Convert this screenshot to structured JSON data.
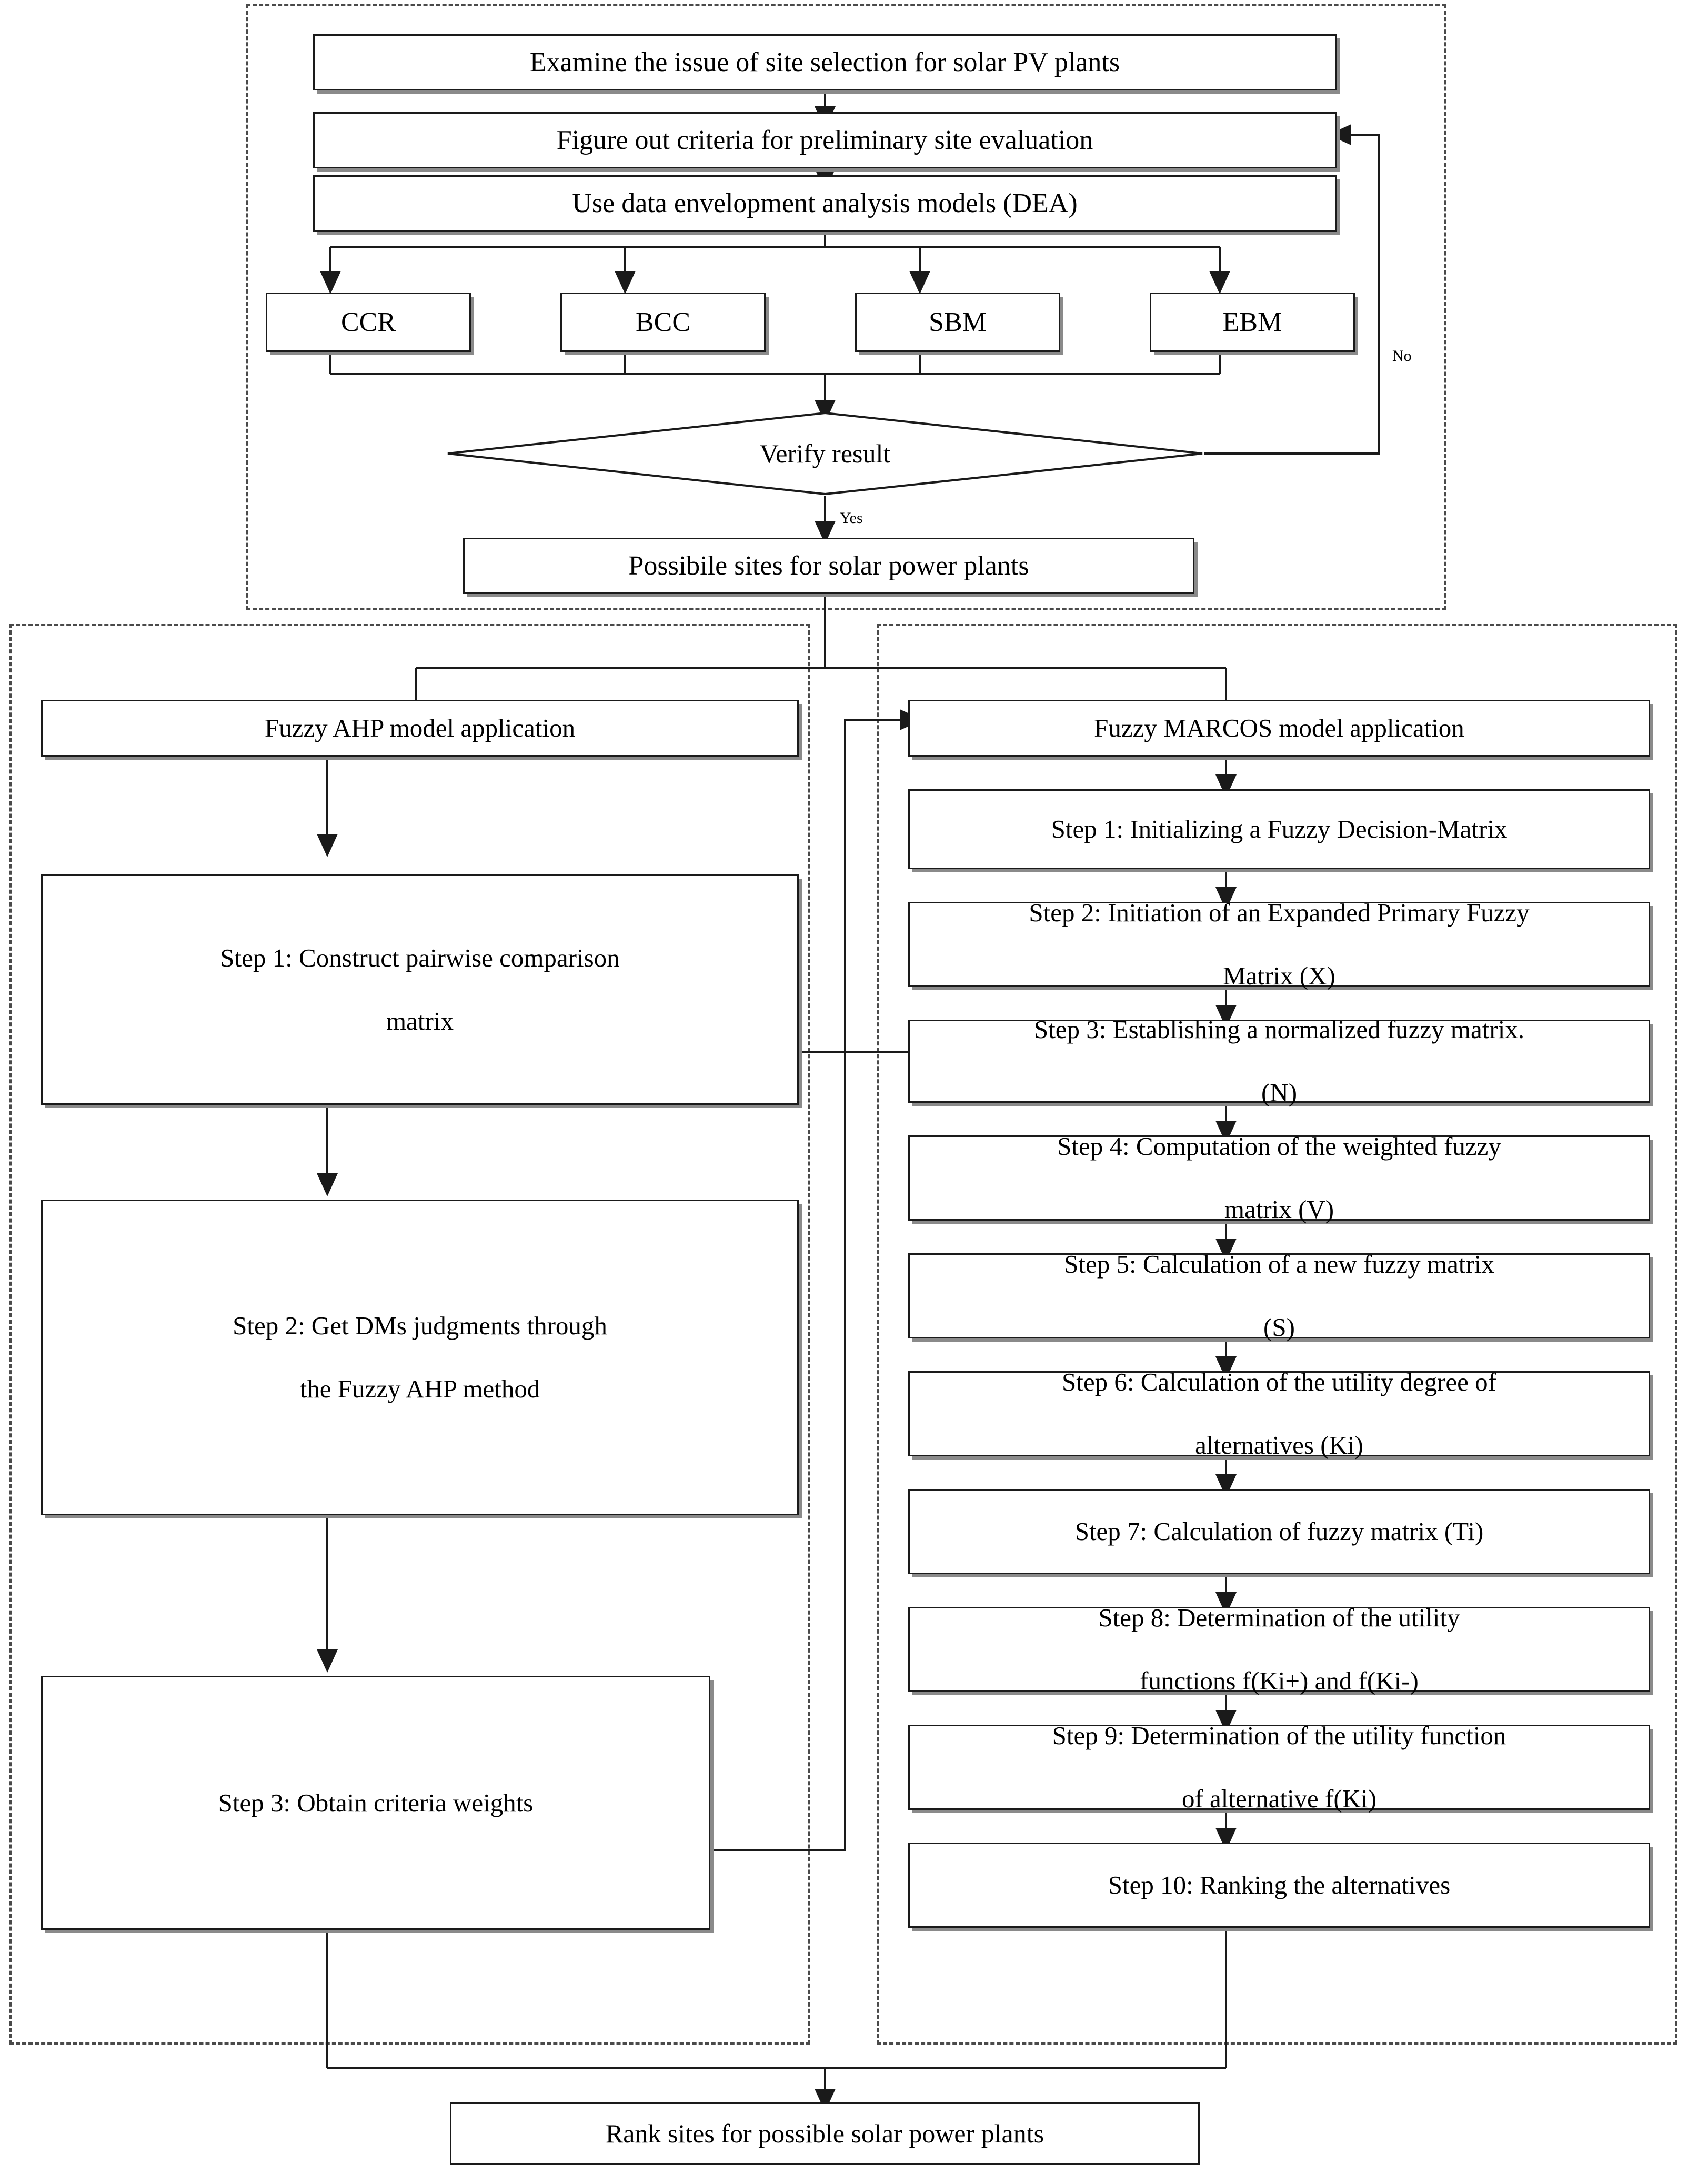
{
  "figure": {
    "title": "Research framework for solar PV plant site selection",
    "type": "flowchart"
  },
  "phase1": {
    "steps": [
      {
        "id": "examine",
        "label": "Examine the issue of site selection for solar PV plants"
      },
      {
        "id": "criteria",
        "label": "Figure out criteria for preliminary site evaluation"
      },
      {
        "id": "dea",
        "label": "Use data envelopment analysis models (DEA)"
      }
    ],
    "dea_models": [
      {
        "id": "ccr",
        "label": "CCR"
      },
      {
        "id": "bcc",
        "label": "BCC"
      },
      {
        "id": "sbm",
        "label": "SBM"
      },
      {
        "id": "ebm",
        "label": "EBM"
      }
    ],
    "decision": {
      "id": "verify",
      "label": "Verify result"
    },
    "edge_labels": {
      "yes": "Yes",
      "no": "No"
    },
    "output": {
      "id": "possible-sites",
      "label": "Possibile sites for solar power plants"
    }
  },
  "ahp": {
    "header": {
      "id": "ahp-header",
      "label": "Fuzzy AHP model application"
    },
    "steps": [
      {
        "id": "ahp-step1",
        "line1": "Step 1: Construct pairwise comparison",
        "line2": "matrix"
      },
      {
        "id": "ahp-step2",
        "line1": "Step 2: Get DMs judgments through",
        "line2": "the Fuzzy AHP method"
      },
      {
        "id": "ahp-step3",
        "line1": "Step 3: Obtain criteria weights",
        "line2": ""
      }
    ]
  },
  "marcos": {
    "header": {
      "id": "marcos-header",
      "label": "Fuzzy MARCOS model application"
    },
    "steps": [
      {
        "id": "marcos-step1",
        "line1": "Step 1: Initializing a Fuzzy Decision-Matrix",
        "line2": ""
      },
      {
        "id": "marcos-step2",
        "line1": "Step 2: Initiation of an Expanded Primary Fuzzy",
        "line2": "Matrix (X)"
      },
      {
        "id": "marcos-step3",
        "line1": "Step 3: Establishing a normalized fuzzy matrix.",
        "line2": "(N)"
      },
      {
        "id": "marcos-step4",
        "line1": "Step 4: Computation of the weighted fuzzy",
        "line2": "matrix (V)"
      },
      {
        "id": "marcos-step5",
        "line1": "Step 5: Calculation of a new fuzzy matrix",
        "line2": "(S)"
      },
      {
        "id": "marcos-step6",
        "line1": "Step 6: Calculation of the utility degree of",
        "line2": "alternatives (Ki)"
      },
      {
        "id": "marcos-step7",
        "line1": "Step 7: Calculation of fuzzy matrix (Ti)",
        "line2": ""
      },
      {
        "id": "marcos-step8",
        "line1": "Step 8: Determination of the utility",
        "line2": "functions f(Ki+) and f(Ki-)"
      },
      {
        "id": "marcos-step9",
        "line1": "Step 9: Determination of the utility function",
        "line2": "of alternative f(Ki)"
      },
      {
        "id": "marcos-step10",
        "line1": "Step 10: Ranking the alternatives",
        "line2": ""
      }
    ]
  },
  "final": {
    "id": "rank-sites",
    "label": "Rank sites for possible solar power plants"
  },
  "colors": {
    "line": "#1a1a1a",
    "shadow": "#8a8a8a",
    "group_border": "#4a4a4a",
    "background": "#ffffff"
  }
}
